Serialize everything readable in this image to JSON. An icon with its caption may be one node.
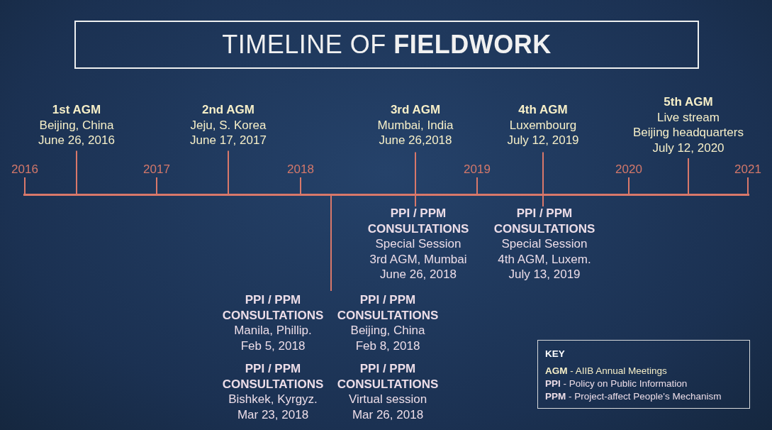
{
  "diagram": {
    "title": "TIMELINE OF **FIELDWORK**",
    "nodes": [
      {
        "text": [],
        "shape": "bar"
      },
      {
        "text": [
          "1st AGM",
          "Beijing, China",
          "June 26, 2016"
        ]
      },
      {
        "text": [
          "2nd AGM",
          "Jeju, S. Korea",
          "June 17, 2017"
        ]
      },
      {
        "text": [
          "3rd AGM",
          "Mumbai, India",
          "June 26,2018"
        ]
      },
      {
        "text": [
          "4th AGM",
          "Luxembourg",
          "July 12, 2019"
        ]
      },
      {
        "text": [
          "5th AGM",
          "Live stream",
          "Beijing headquarters",
          "July 12, 2020"
        ]
      },
      {
        "text": [
          "PPI / PPM CONSULTATIONS",
          "Special Session",
          "3rd AGM, Mumbai",
          "June 26, 2018"
        ]
      },
      {
        "text": [
          "PPI / PPM CONSULTATIONS",
          "Special Session",
          "4th AGM, Luxem.",
          "July 13, 2019"
        ]
      },
      {
        "text": [
          "PPI / PPM CONSULTATIONS",
          "Manila, Phillip.",
          "Feb 5, 2018"
        ]
      },
      {
        "text": [
          "PPI / PPM CONSULTATIONS",
          "Beijing, China",
          "Feb 8, 2018"
        ]
      },
      {
        "text": [
          "PPI / PPM CONSULTATIONS",
          "Bishkek, Kyrgyz.",
          "Mar 23, 2018"
        ]
      },
      {
        "text": [
          "PPI / PPM CONSULTATIONS",
          "Virtual session",
          "Mar 26, 2018"
        ]
      },
      {
        "text": [
          "KEY",
          "**AGM** - AIIB Annual Meetings",
          "**PPI** - Policy on Public Information",
          "**PPM** - Project-affect People's Mechanism"
        ]
      }
    ],
    "edges": [
      {
        "from": 0,
        "to": 1,
        "arrow": "none"
      },
      {
        "from": 0,
        "to": 2,
        "arrow": "none"
      },
      {
        "from": 3,
        "to": 6,
        "arrow": "none"
      },
      {
        "from": 4,
        "to": 7,
        "arrow": "none"
      },
      {
        "from": 0,
        "to": 5,
        "arrow": "none"
      },
      {
        "from": 0,
        "to": 8,
        "arrow": "none"
      }
    ],
    "labels": [
      "2016",
      "2017",
      "2018",
      "2019",
      "2020",
      "2021"
    ]
  }
}
